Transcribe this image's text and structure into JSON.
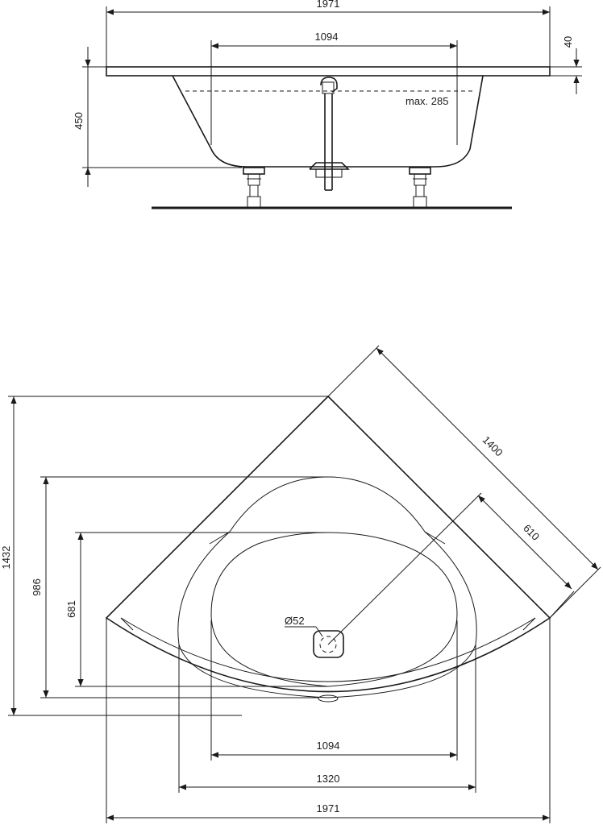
{
  "side_view": {
    "dim_overall_length": "1971",
    "dim_inner_length": "1094",
    "dim_rim_thickness": "40",
    "dim_height": "450",
    "water_level": "max. 285"
  },
  "top_view": {
    "dim_diagonal": "1400",
    "dim_corner_to_drain": "610",
    "dim_overall_depth": "1432",
    "dim_outer_basin_depth": "986",
    "dim_inner_basin_depth": "681",
    "drain_diameter": "Ø52",
    "dim_inner_width": "1094",
    "dim_basin_width": "1320",
    "dim_overall_width": "1971"
  },
  "colors": {
    "line": "#1a1a1a",
    "background": "#ffffff"
  }
}
